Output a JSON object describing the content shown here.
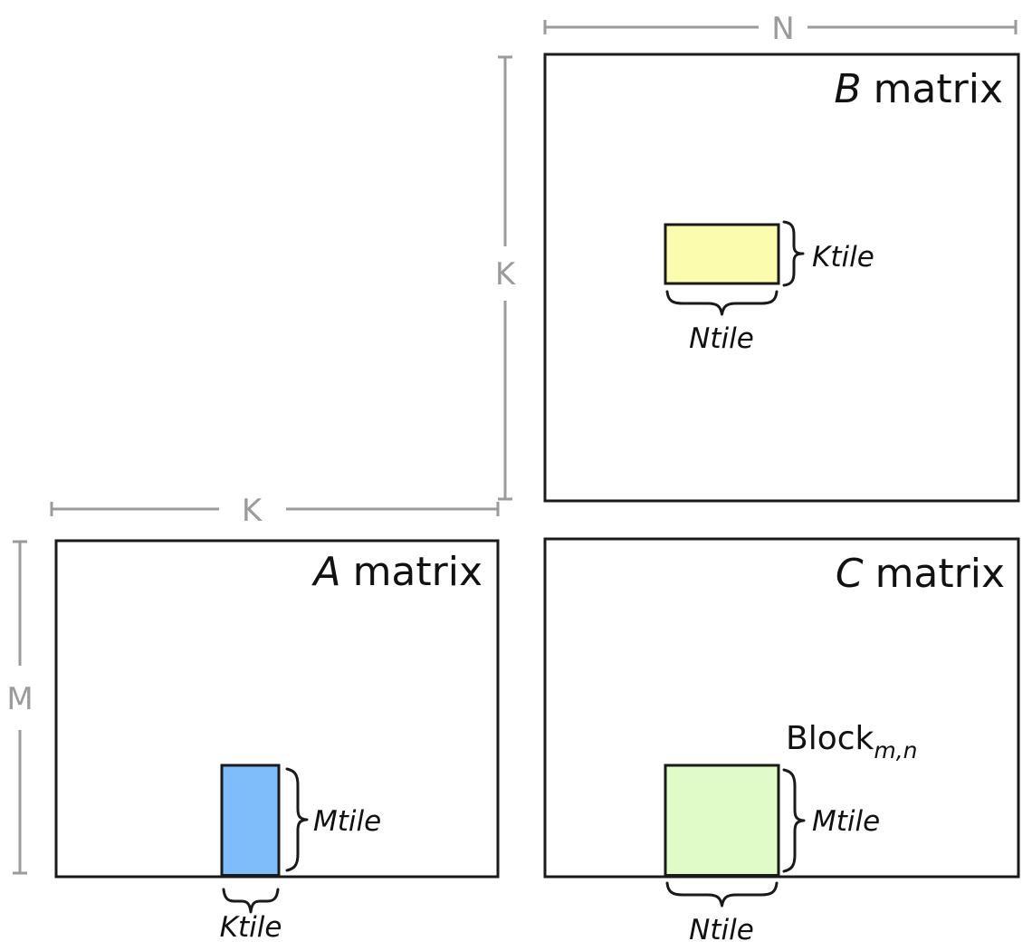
{
  "colors": {
    "outline": "#1a1a1a",
    "dimension_gray": "#9b9b9b",
    "b_strip_ivory": "#fffff2",
    "b_tile_yellow": "#fcfcae",
    "a_strip_lightblue": "#e8f2fc",
    "a_tile_blue": "#7ebdf9",
    "c_tile_green": "#e0fbc7",
    "white": "#ffffff"
  },
  "dimensions": {
    "n_label": "N",
    "k_label_b": "K",
    "k_label_a": "K",
    "m_label": "M"
  },
  "b_matrix": {
    "title_letter": "B",
    "title_word": "matrix",
    "ktile_label": "Ktile",
    "ntile_label": "Ntile"
  },
  "a_matrix": {
    "title_letter": "A",
    "title_word": "matrix",
    "mtile_label": "Mtile",
    "ktile_label": "Ktile"
  },
  "c_matrix": {
    "title_letter": "C",
    "title_word": "matrix",
    "block_label": "Block",
    "block_subscript": "m,n",
    "mtile_label": "Mtile",
    "ntile_label": "Ntile"
  }
}
